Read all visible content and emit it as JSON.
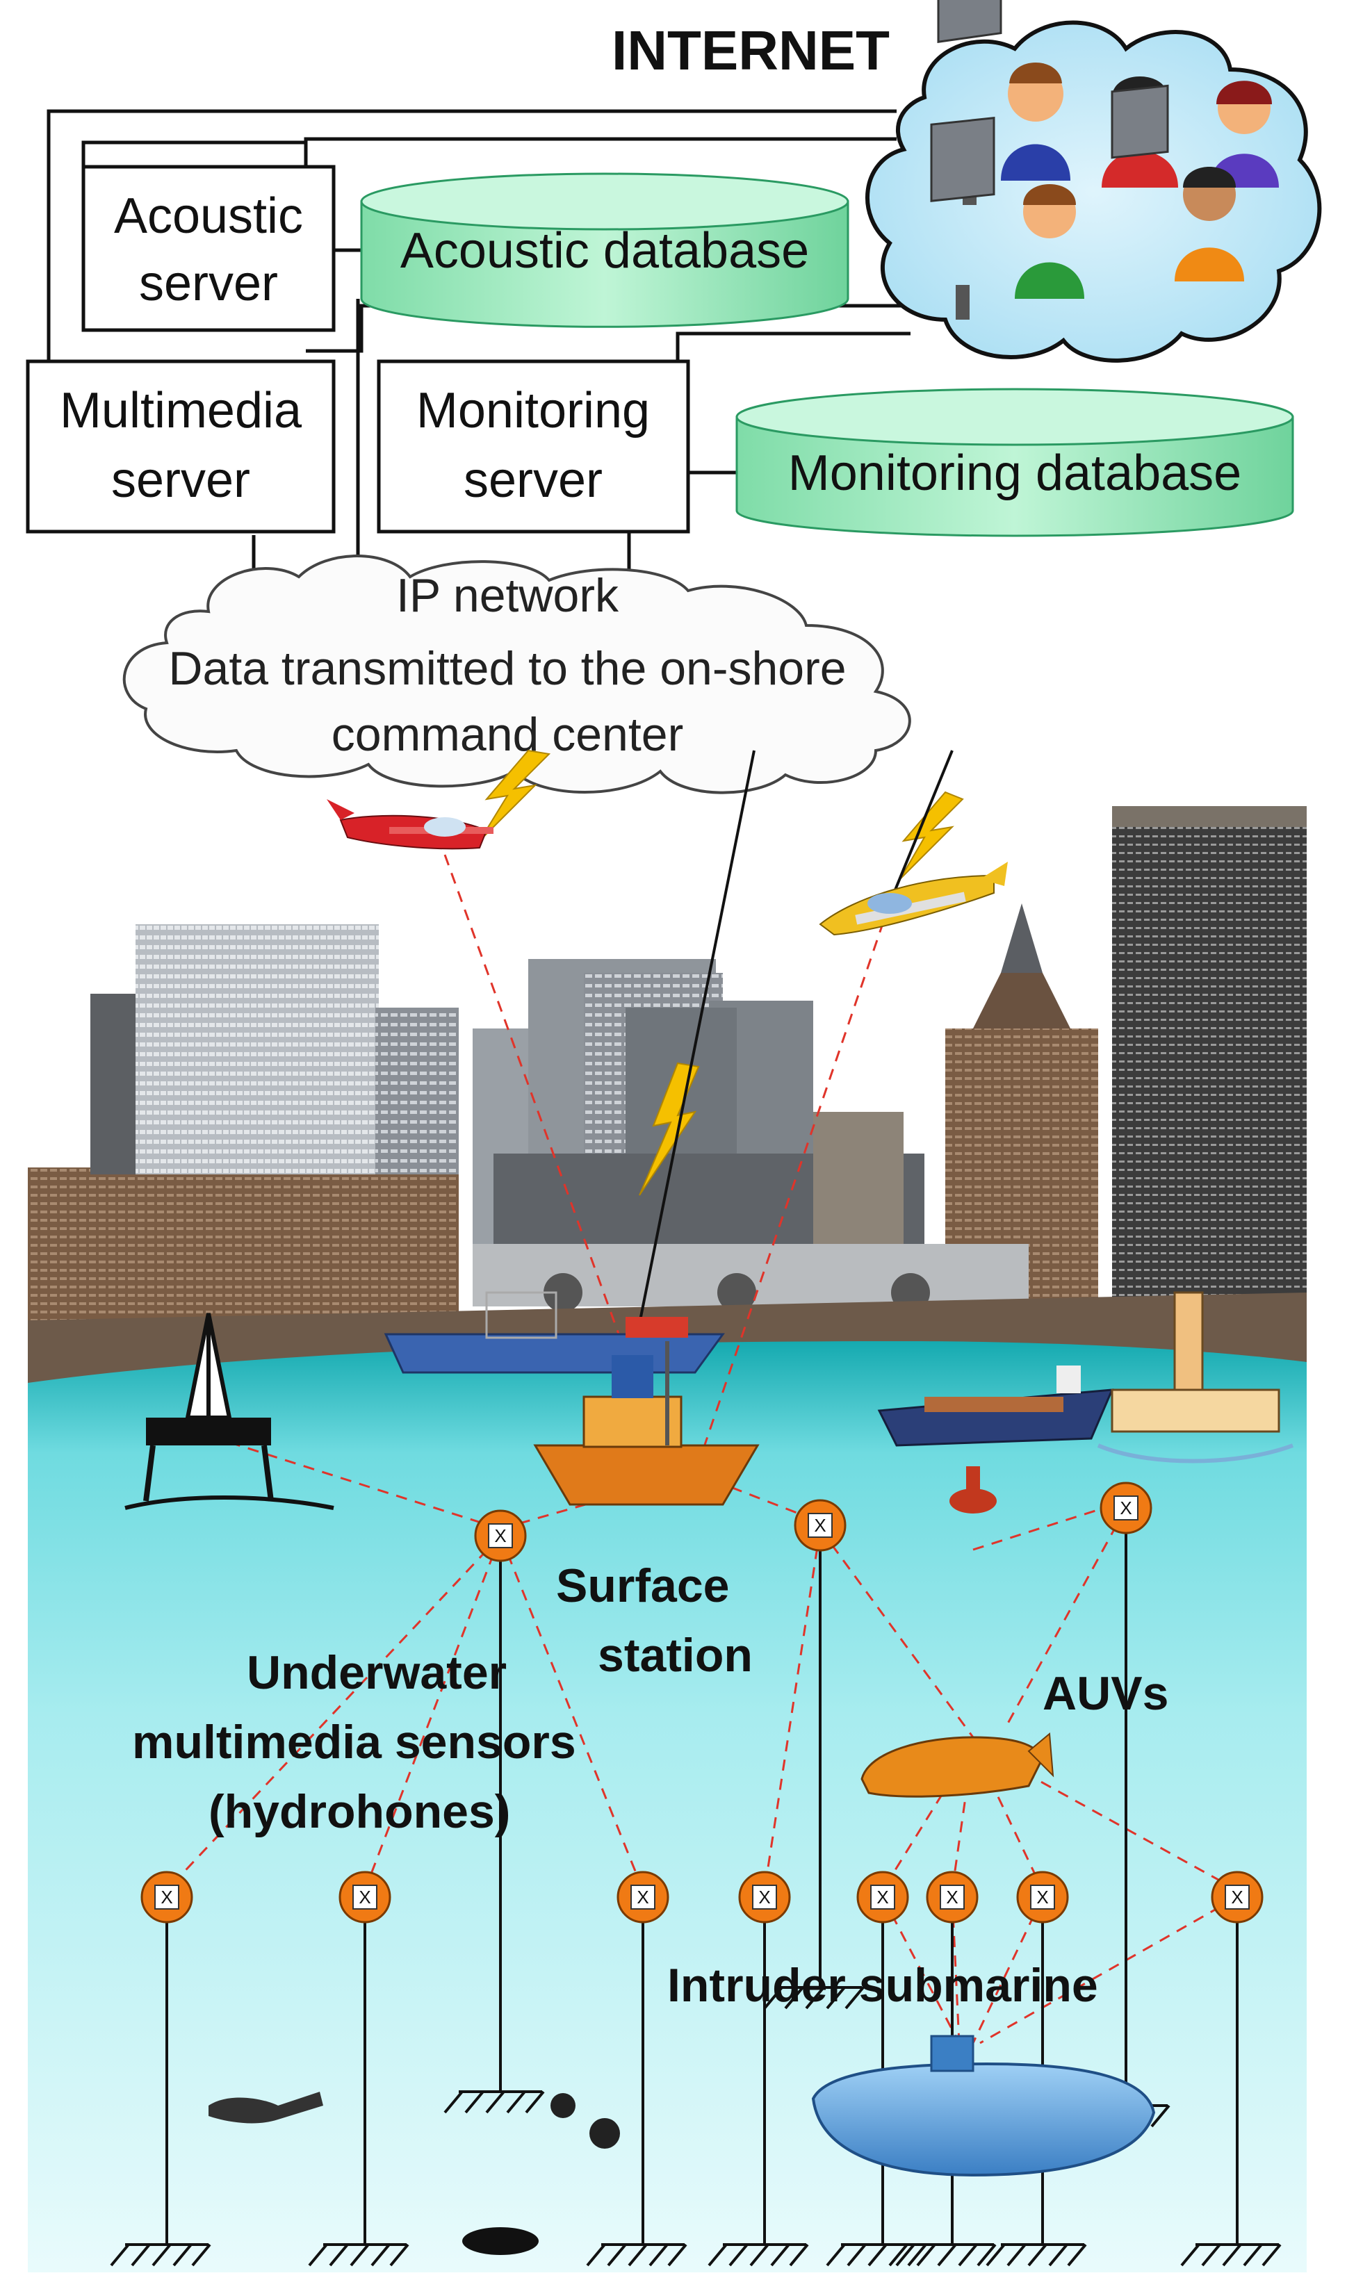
{
  "internet": {
    "title": "INTERNET"
  },
  "servers": {
    "acoustic": {
      "line1": "Acoustic",
      "line2": "server"
    },
    "multimedia": {
      "line1": "Multimedia",
      "line2": "server"
    },
    "monitoring": {
      "line1": "Monitoring",
      "line2": "server"
    }
  },
  "databases": {
    "acoustic": "Acoustic database",
    "monitoring": "Monitoring database"
  },
  "ip_network": {
    "line1": "IP network",
    "line2": "Data transmitted to the on-shore",
    "line3": "command center"
  },
  "labels": {
    "surface_station_1": "Surface",
    "surface_station_2": "station",
    "sensors_1": "Underwater",
    "sensors_2": "multimedia sensors",
    "sensors_3": "(hydrohones)",
    "auvs": "AUVs",
    "intruder": "Intruder submarine"
  },
  "sensor_symbol": "X",
  "colors": {
    "server_stroke": "#111111",
    "database_fill": "#a8efc8",
    "cloud_fill": "#bfe8f7",
    "water_top": "#19b3b8",
    "water_bottom": "#e8fbfd",
    "sensor_fill": "#f07a14",
    "link_dashed": "#e0342a",
    "lightning": "#f5c000"
  }
}
